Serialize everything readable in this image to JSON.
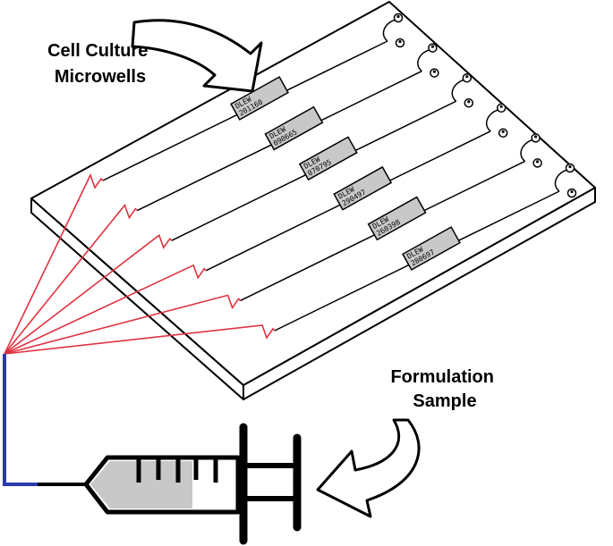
{
  "labels": {
    "cell_culture": [
      "Cell Culture",
      "Microwells"
    ],
    "formulation": [
      "Formulation",
      "Sample"
    ]
  },
  "channels": [
    {
      "line1": "DLEW",
      "line2": "201160"
    },
    {
      "line1": "DLEW",
      "line2": "090665"
    },
    {
      "line1": "DLEW",
      "line2": "070795"
    },
    {
      "line1": "DLEW",
      "line2": "290497"
    },
    {
      "line1": "DLEW",
      "line2": "260398"
    },
    {
      "line1": "DLEW",
      "line2": "280697"
    }
  ],
  "colors": {
    "feed_line": "#e0323f",
    "tube": "#2b3bb0",
    "chip_fill": "#c8c8c8",
    "barrel_fill": "#c8c8c8",
    "outline": "#000000"
  }
}
